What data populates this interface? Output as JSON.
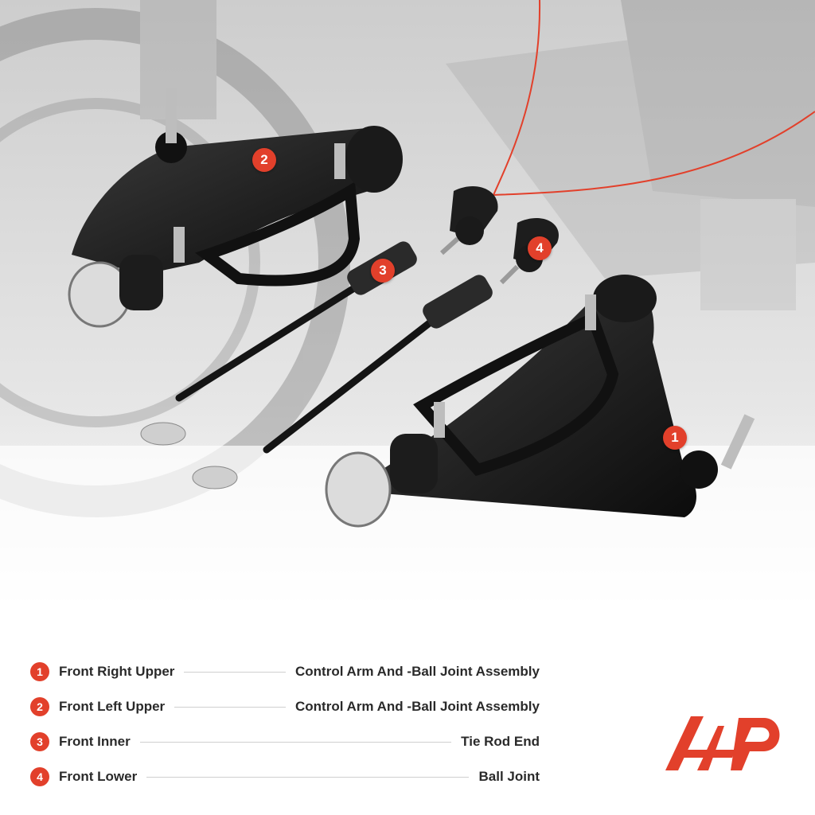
{
  "colors": {
    "accent": "#e2402b",
    "text": "#2a2a2a",
    "divider": "#cfcfcf",
    "background": "#ffffff"
  },
  "callouts": [
    {
      "number": "1"
    },
    {
      "number": "2"
    },
    {
      "number": "3"
    },
    {
      "number": "4"
    }
  ],
  "legend": [
    {
      "number": "1",
      "position": "Front Right Upper",
      "description": "Control Arm And -Ball Joint Assembly"
    },
    {
      "number": "2",
      "position": "Front Left Upper",
      "description": "Control Arm And -Ball Joint Assembly"
    },
    {
      "number": "3",
      "position": "Front Inner",
      "description": "Tie Rod End"
    },
    {
      "number": "4",
      "position": "Front Lower",
      "description": "Ball Joint"
    }
  ],
  "logo": {
    "icon": "brand-logo-icon"
  }
}
